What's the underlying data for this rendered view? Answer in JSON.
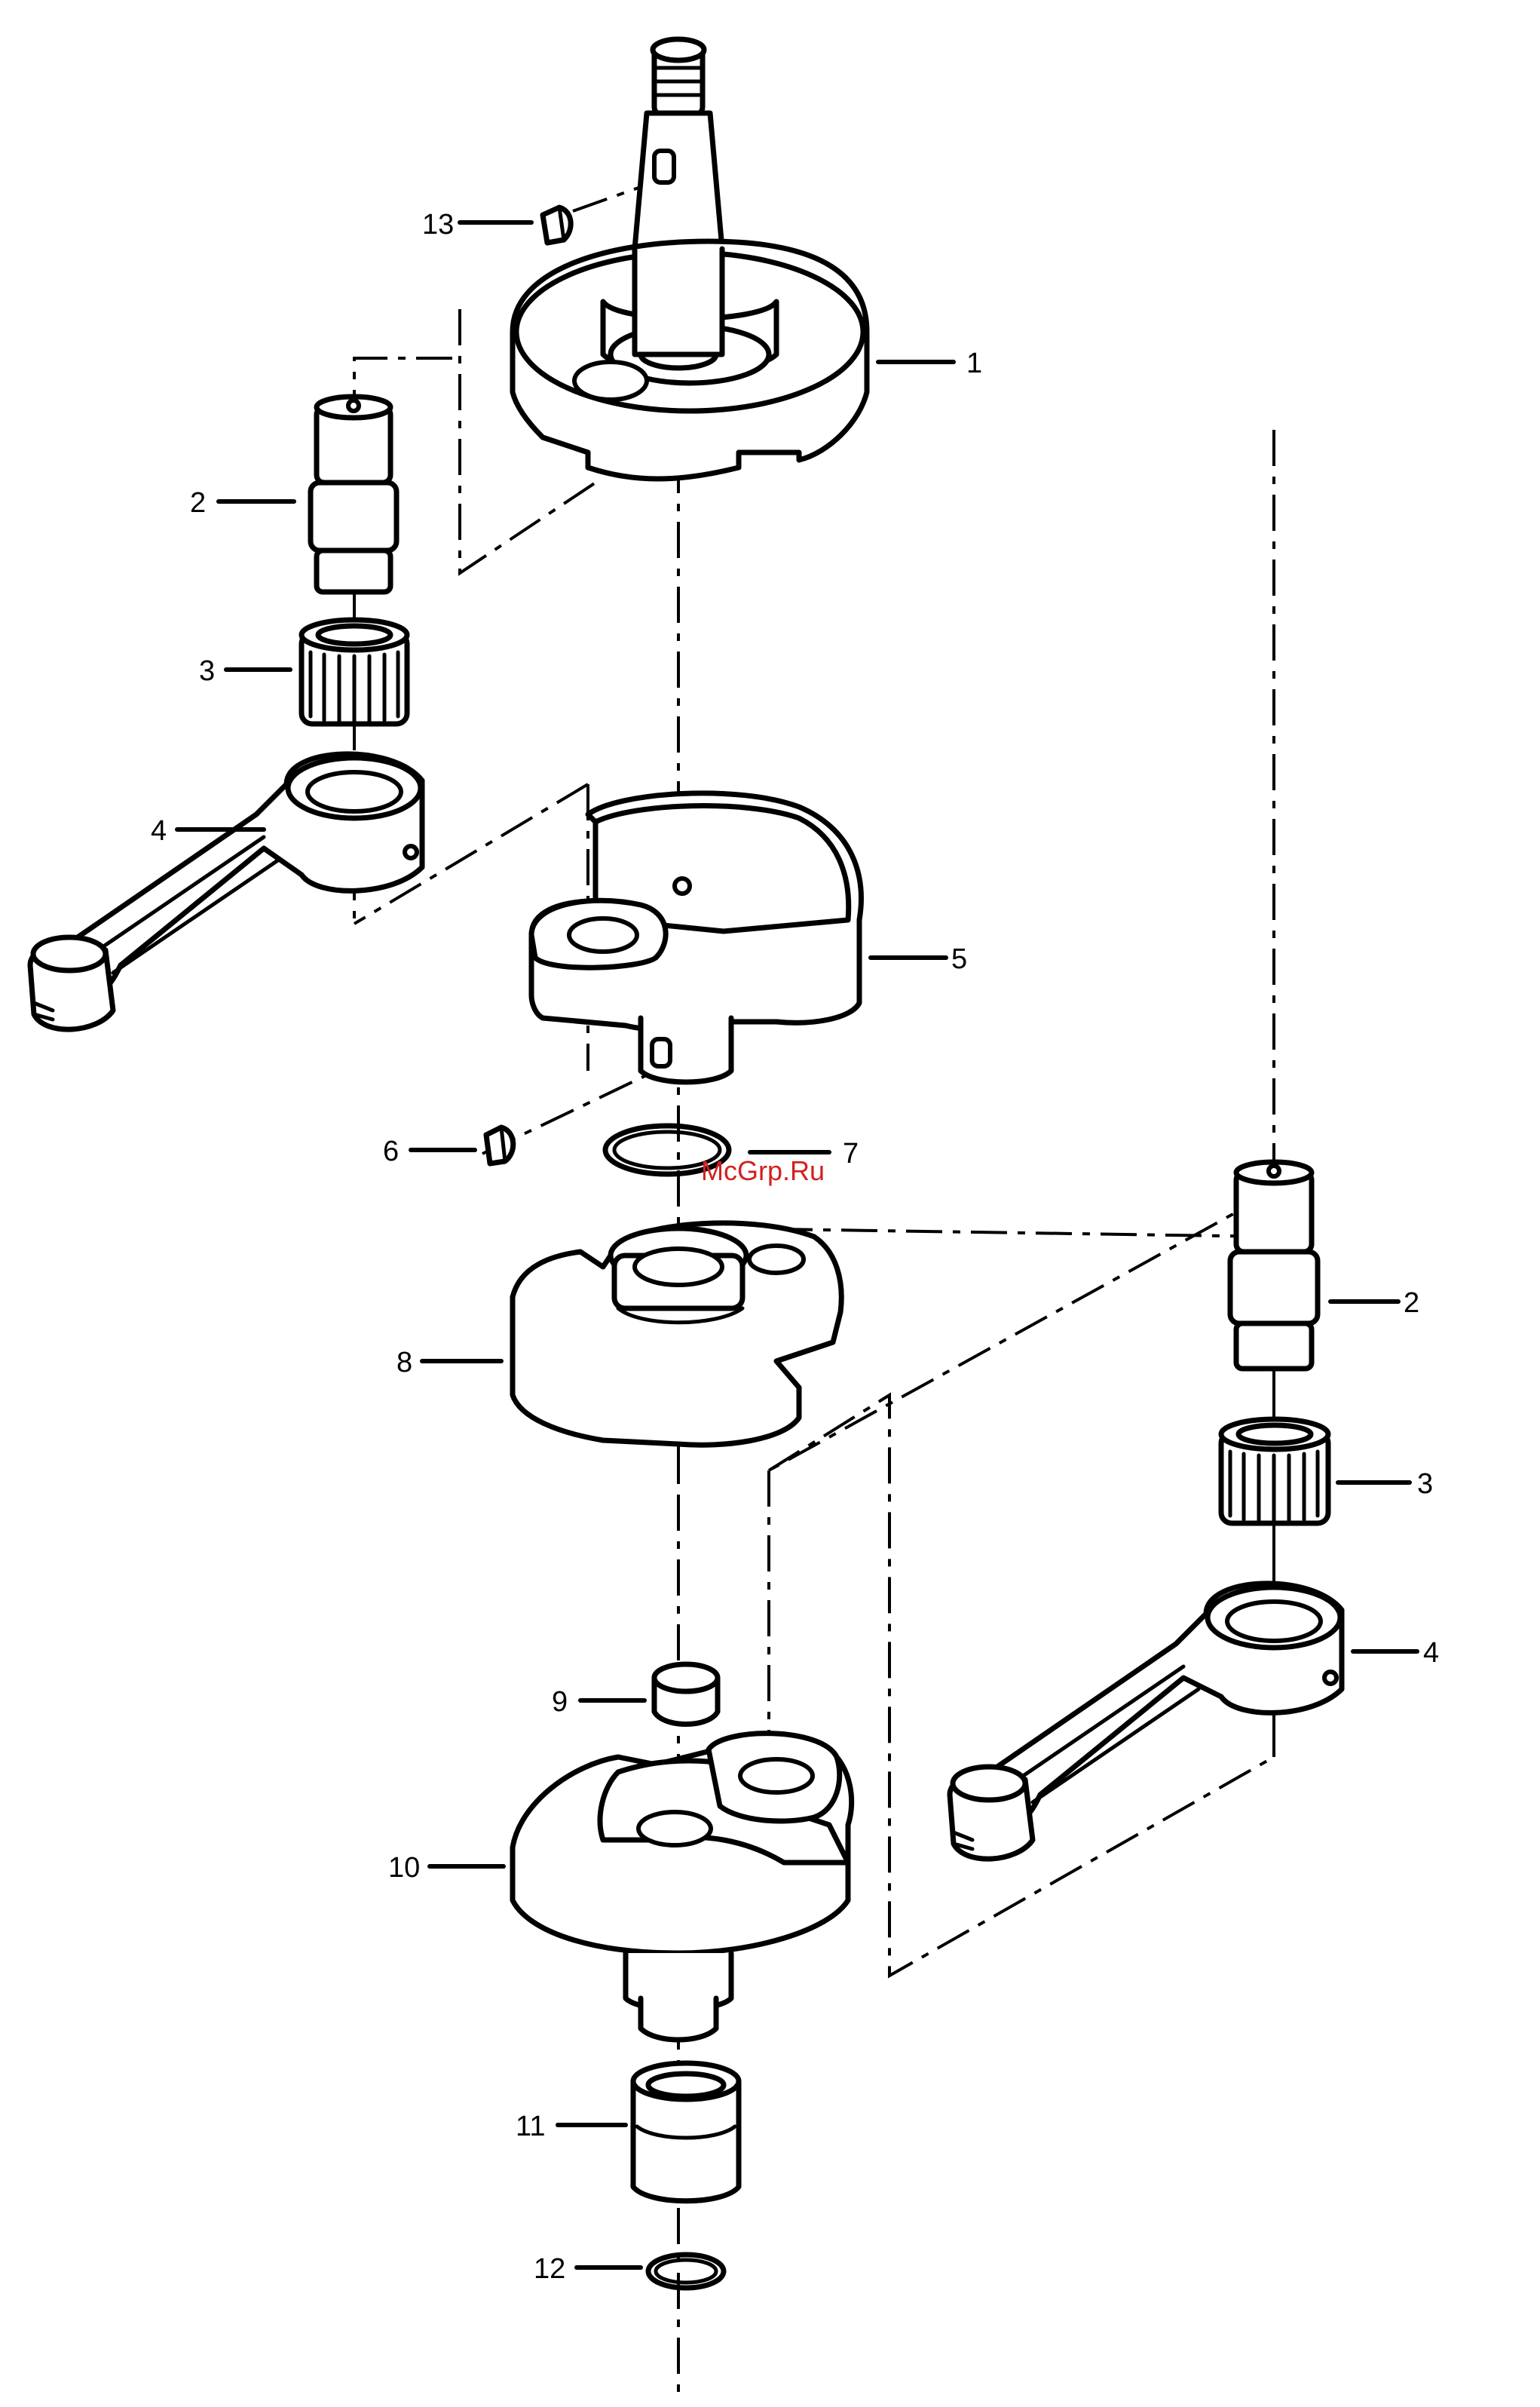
{
  "watermark": "McGrp.Ru",
  "callouts": {
    "c1": "1",
    "c2a": "2",
    "c3a": "3",
    "c4a": "4",
    "c5": "5",
    "c6": "6",
    "c7": "7",
    "c8": "8",
    "c2b": "2",
    "c3b": "3",
    "c4b": "4",
    "c9": "9",
    "c10": "10",
    "c11": "11",
    "c12": "12",
    "c13": "13"
  },
  "colors": {
    "line": "#000000",
    "watermark": "#d42020",
    "background": "#ffffff"
  }
}
